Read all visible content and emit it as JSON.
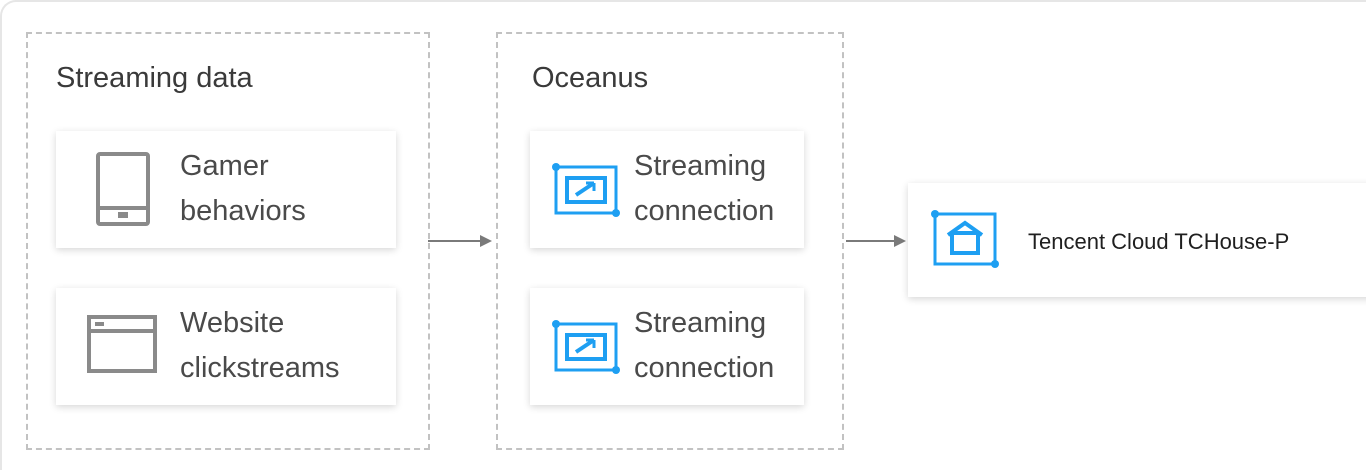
{
  "groups": {
    "streaming": {
      "title": "Streaming data",
      "cards": [
        {
          "line1": "Gamer",
          "line2": "behaviors",
          "icon": "tablet-icon"
        },
        {
          "line1": "Website",
          "line2": "clickstreams",
          "icon": "browser-window-icon"
        }
      ]
    },
    "oceanus": {
      "title": "Oceanus",
      "cards": [
        {
          "line1": "Streaming",
          "line2": "connection",
          "icon": "streaming-connection-icon"
        },
        {
          "line1": "Streaming",
          "line2": "connection",
          "icon": "streaming-connection-icon"
        }
      ]
    }
  },
  "target": {
    "label": "Tencent Cloud TCHouse-P",
    "icon": "data-warehouse-icon"
  },
  "colors": {
    "accent": "#1e9ff2",
    "icon_gray": "#8a8a8a",
    "dash": "#c2c2c2",
    "arrow": "#7a7a7a"
  }
}
